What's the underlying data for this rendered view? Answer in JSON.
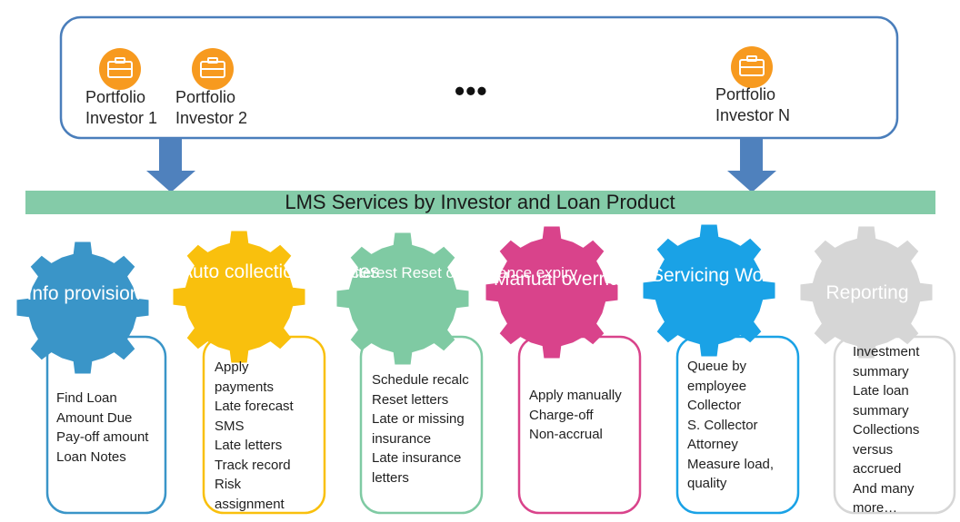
{
  "investors": [
    {
      "line1": "Portfolio",
      "line2": "Investor 1"
    },
    {
      "line1": "Portfolio",
      "line2": "Investor 2"
    },
    {
      "line1": "Portfolio",
      "line2": "Investor N"
    }
  ],
  "ellipsis": "•••",
  "banner": "LMS Services by Investor and Loan Product",
  "colors": {
    "frame": "#4a7ebb",
    "arrow": "#4f81bd",
    "banner": "#84cba8",
    "icon": "#f79a1f",
    "info": "#3a95c8",
    "auto": "#f9c00d",
    "interest": "#7fcaa3",
    "manual": "#d9438b",
    "servicing": "#1aa2e6",
    "reporting": "#d6d6d6"
  },
  "services": [
    {
      "id": "info",
      "title": "Info\nprovision",
      "items": "Find Loan\nAmount Due\nPay-off amount\nLoan Notes"
    },
    {
      "id": "auto",
      "title": "Auto\ncollection\nservices",
      "items": "Apply\npayments\nLate forecast\nSMS\nLate letters\nTrack record\nRisk\nassignment"
    },
    {
      "id": "interest",
      "title": "Interest\nReset or\nInsurance\nexpiry",
      "items": "Schedule recalc\nReset letters\nLate or missing\ninsurance\nLate insurance\nletters"
    },
    {
      "id": "manual",
      "title": "Manual\noverrides",
      "items": "Apply manually\nCharge-off\nNon-accrual"
    },
    {
      "id": "servicing",
      "title": "Servicing\nWorkflow",
      "items": "Queue by\nemployee\nCollector\nS. Collector\nAttorney\nMeasure load,\nquality"
    },
    {
      "id": "reporting",
      "title": "Reporting",
      "items": "Investment\nsummary\nLate loan\nsummary\nCollections\nversus\naccrued\nAnd many\nmore…"
    }
  ]
}
